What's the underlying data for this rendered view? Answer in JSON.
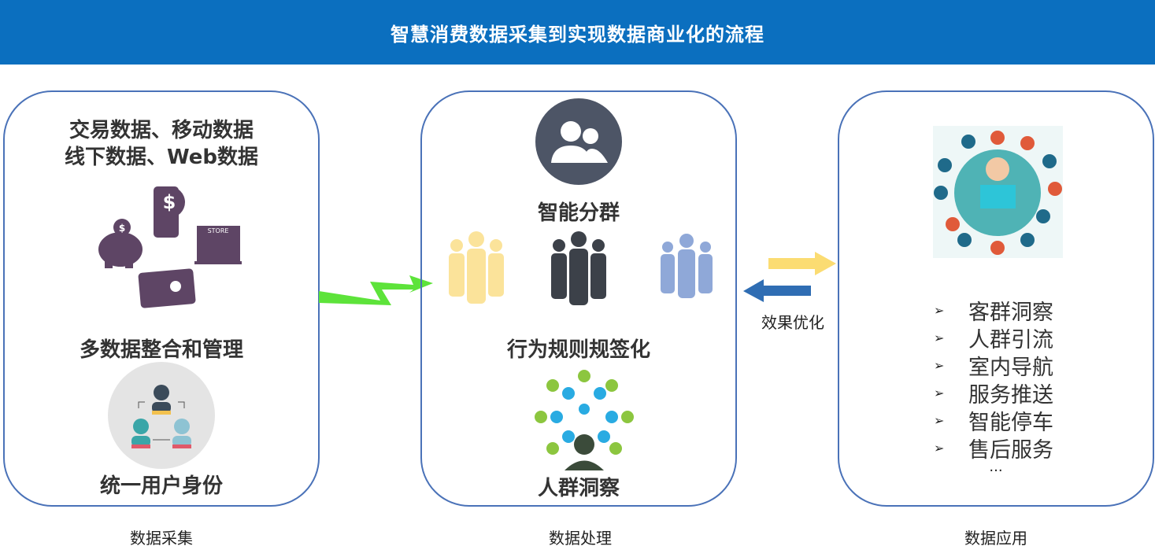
{
  "header": {
    "title": "智慧消费数据采集到实现数据商业化的流程"
  },
  "collect": {
    "title_line1": "交易数据、移动数据",
    "title_line2": "线下数据、Web数据",
    "store_text": "STORE",
    "integrate": "多数据整合和管理",
    "identity": "统一用户身份",
    "caption": "数据采集"
  },
  "process": {
    "segment": "智能分群",
    "tagging": "行为规则规签化",
    "insight": "人群洞察",
    "caption": "数据处理"
  },
  "feedback": {
    "label": "效果优化"
  },
  "apply": {
    "items": [
      "客群洞察",
      "人群引流",
      "室内导航",
      "服务推送",
      "智能停车",
      "售后服务"
    ],
    "more": "...",
    "caption": "数据应用"
  },
  "colors": {
    "header": "#0b6fbf",
    "border": "#4a72b8",
    "icon_purple": "#5e4565",
    "green_arrow": "#5de33a",
    "yellow_arrow": "#fbdc72",
    "blue_arrow": "#2f6db3"
  }
}
